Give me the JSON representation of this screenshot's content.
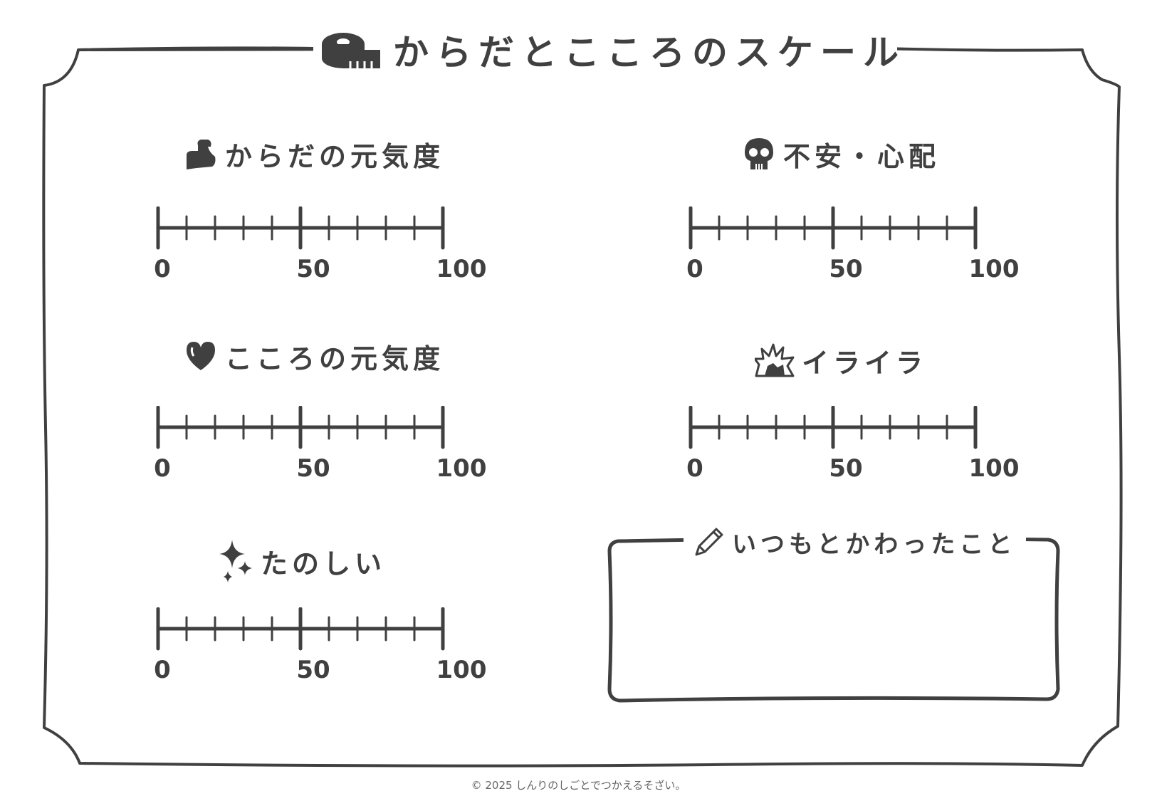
{
  "title": {
    "text": "からだとこころのスケール",
    "icon": "measuring-tape-icon"
  },
  "scale_labels": {
    "min": "0",
    "mid": "50",
    "max": "100"
  },
  "sections": [
    {
      "label": "からだの元気度",
      "icon": "flexed-arm-icon"
    },
    {
      "label": "不安・心配",
      "icon": "skull-icon"
    },
    {
      "label": "こころの元気度",
      "icon": "heart-icon"
    },
    {
      "label": "イライラ",
      "icon": "anger-burst-icon"
    },
    {
      "label": "たのしい",
      "icon": "sparkles-icon"
    }
  ],
  "memo": {
    "label": "いつもとかわったこと",
    "icon": "pencil-icon"
  },
  "footer": "© 2025 しんりのしごとでつかえるそざい。",
  "colors": {
    "ink": "#404040",
    "background": "#ffffff"
  }
}
